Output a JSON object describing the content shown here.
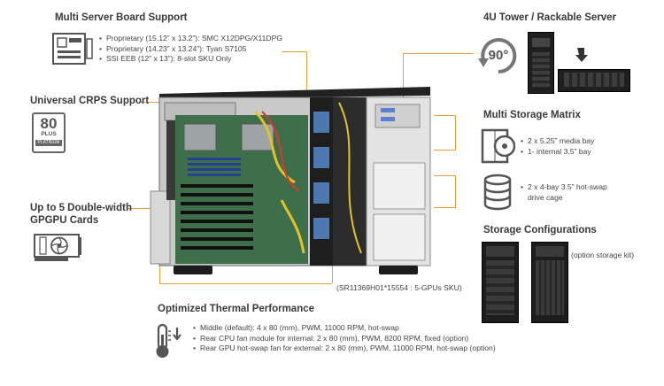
{
  "sections": {
    "multi_server": {
      "title": "Multi Server Board Support",
      "items": [
        "Proprietary (15.12” x 13.2”): SMC X12DPG/X11DPG",
        "Proprietary (14.23” x 13.24”): Tyan S7105",
        "SSI EEB (12” x 13”): 8-slot SKU Only"
      ]
    },
    "crps": {
      "title": "Universal CRPS Support",
      "badge_number": "80",
      "badge_plus": "PLUS",
      "badge_grade": "PLATINUM"
    },
    "gpgpu": {
      "title_line1": "Up to 5 Double-width",
      "title_line2": "GPGPU Cards"
    },
    "tower": {
      "title": "4U Tower / Rackable Server",
      "rotation_label": "90°"
    },
    "storage_matrix": {
      "title": "Multi Storage Matrix",
      "bay_items": [
        "2 x 5.25” media bay",
        "1- internal 3.5” bay"
      ],
      "cage_item_line1": "2 x 4-bay 3.5” hot-swap",
      "cage_item_line2": "drive cage"
    },
    "storage_config": {
      "title": "Storage Configurations",
      "option_note": "(option storage kit)"
    },
    "caption": "(SR11369H01*15554 : 5-GPUs SKU)",
    "thermal": {
      "title": "Optimized Thermal Performance",
      "items": [
        "Middle (default): 4 x 80 (mm), PWM, 11000 RPM, hot-swap",
        "Rear CPU fan module for internal: 2 x 80 (mm), PWM, 8200 RPM, fixed (option)",
        "Rear GPU hot-swap fan for external: 2 x 80 (mm), PWM, 11000 RPM, hot-swap (option)"
      ]
    }
  },
  "icons": {
    "board": "motherboard-icon",
    "psu": "80-plus-platinum-icon",
    "gpu": "graphics-card-icon",
    "rotate": "rotate-90-icon",
    "media": "optical-drive-icon",
    "disks": "disk-stack-icon",
    "thermo": "thermometer-icon"
  },
  "colors": {
    "accent": "#e8a33c",
    "chassis_dark": "#2a2a2a",
    "icon_gray": "#555555"
  }
}
